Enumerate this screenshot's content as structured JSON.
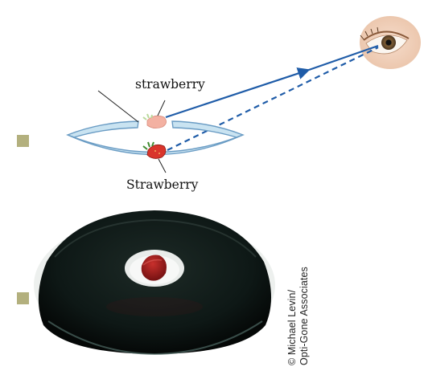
{
  "labels": {
    "image_label": "strawberry",
    "object_label": "Strawberry"
  },
  "credit": {
    "line1": "© Michael Levin/",
    "line2": "Opti-Gone Associates"
  },
  "colors": {
    "marker": "#b3b07e",
    "ray": "#1f5ca8",
    "mirror_fill": "#c9e3f1",
    "mirror_edge": "#6a9cc4",
    "strawberry_red": "#d9342b",
    "image_strawberry": "#f3b1a2",
    "dish_dark": "#0d1714"
  },
  "icons": {
    "marker_a": "square-marker-icon",
    "marker_b": "square-marker-icon",
    "eye": "eye-icon",
    "object": "strawberry-icon",
    "image": "strawberry-image-icon"
  }
}
